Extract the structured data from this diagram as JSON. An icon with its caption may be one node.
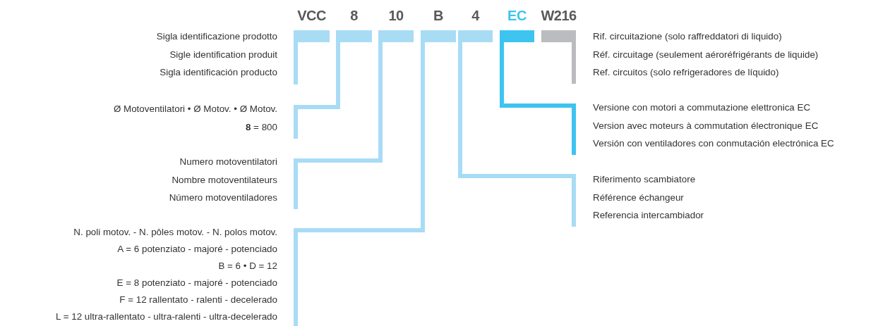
{
  "diagram": {
    "nodes": [
      {
        "text": [
          "VCC"
        ]
      },
      {
        "text": [
          "8"
        ]
      },
      {
        "text": [
          "10"
        ]
      },
      {
        "text": [
          "B"
        ]
      },
      {
        "text": [
          "4"
        ]
      },
      {
        "text": [
          "EC"
        ]
      },
      {
        "text": [
          "W216"
        ]
      },
      {
        "text": [
          "Sigla identificazione prodotto",
          "Sigle identification produit",
          "Sigla identificación producto"
        ]
      },
      {
        "text": [
          "Ø Motoventilatori • Ø Motov. • Ø Motov.",
          "**8** = 800"
        ]
      },
      {
        "text": [
          "Numero motoventilatori",
          "Nombre motoventilateurs",
          "Número motoventiladores"
        ]
      },
      {
        "text": [
          "N. poli motov. - N. pôles motov. - N. polos motov.",
          "A = 6 potenziato - majoré - potenciado",
          "B = 6 • D = 12",
          "E = 8 potenziato - majoré - potenciado",
          "F = 12 rallentato - ralenti - decelerado",
          "L = 12 ultra-rallentato - ultra-ralenti - ultra-decelerado"
        ]
      },
      {
        "text": [
          "Rif. circuitazione (solo raffreddatori di liquido)",
          "Réf. circuitage (seulement aéroréfrigérants de liquide)",
          "Ref. circuitos (solo refrigeradores de líquido)"
        ]
      },
      {
        "text": [
          "Versione con motori a commutazione elettronica EC",
          "Version avec moteurs à commutation électronique EC",
          "Versión con ventiladores con conmutación electrónica EC"
        ]
      },
      {
        "text": [
          "Riferimento scambiatore",
          "Référence échangeur",
          "Referencia intercambiador"
        ]
      }
    ],
    "edges": [
      {
        "from": 0,
        "to": 7,
        "arrow": "none"
      },
      {
        "from": 1,
        "to": 8,
        "arrow": "none"
      },
      {
        "from": 2,
        "to": 9,
        "arrow": "none"
      },
      {
        "from": 3,
        "to": 10,
        "arrow": "none"
      },
      {
        "from": 4,
        "to": 13,
        "arrow": "none"
      },
      {
        "from": 5,
        "to": 12,
        "arrow": "none",
        "color": "#3ec4f0"
      },
      {
        "from": 6,
        "to": 11,
        "arrow": "none",
        "color": "#bbbcbf"
      }
    ]
  }
}
